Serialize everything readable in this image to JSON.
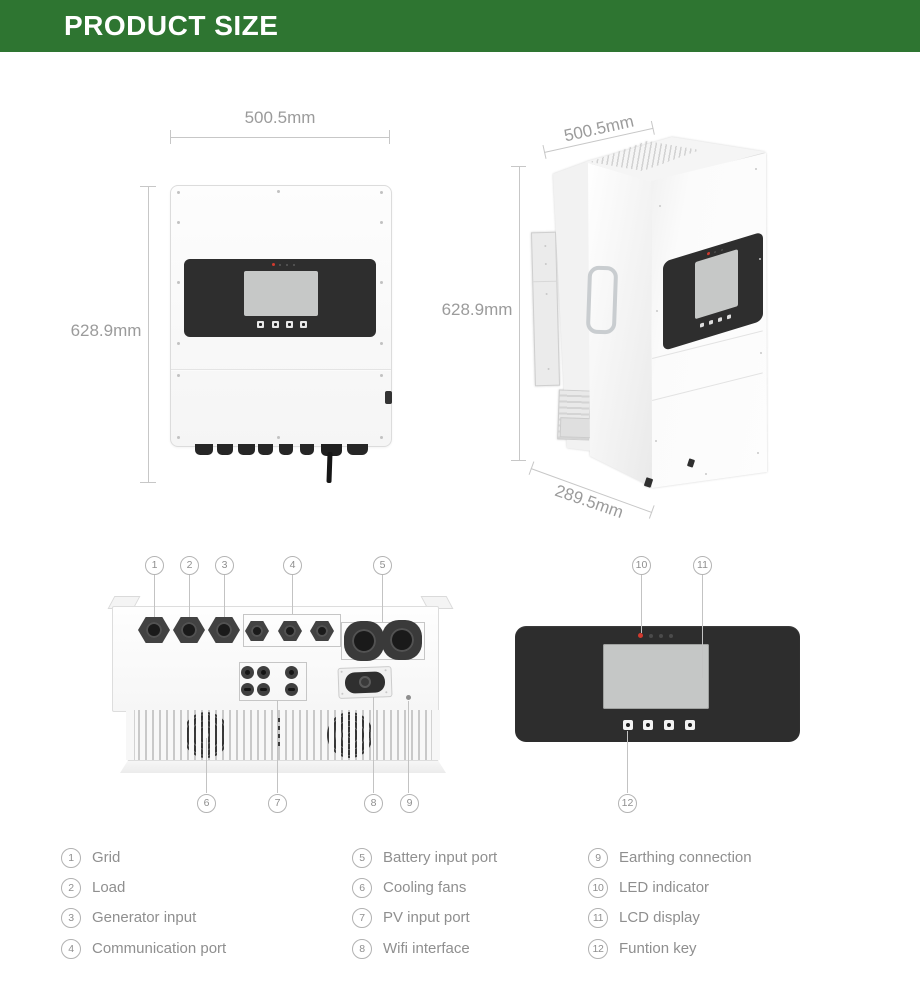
{
  "header": {
    "title": "PRODUCT SIZE"
  },
  "colors": {
    "accent_green": "#2e7531",
    "dim_text": "#9b9b9b",
    "panel_black": "#2d2d2d",
    "lcd_gray": "#c5c7c6",
    "led_red": "#d23a2e"
  },
  "front_view": {
    "width": "500.5mm",
    "height": "628.9mm"
  },
  "perspective_view": {
    "width": "500.5mm",
    "height": "628.9mm",
    "depth": "289.5mm"
  },
  "bottom_view": {
    "callouts_top": [
      "1",
      "2",
      "3",
      "4",
      "5"
    ],
    "callouts_bottom": [
      "6",
      "7",
      "8",
      "9"
    ]
  },
  "panel_view": {
    "callouts_top": [
      "10",
      "11"
    ],
    "callouts_bottom": [
      "12"
    ]
  },
  "legend": {
    "columns": [
      {
        "items": [
          {
            "num": "1",
            "label": "Grid"
          },
          {
            "num": "2",
            "label": "Load"
          },
          {
            "num": "3",
            "label": "Generator input"
          },
          {
            "num": "4",
            "label": "Communication port"
          }
        ]
      },
      {
        "items": [
          {
            "num": "5",
            "label": "Battery input port"
          },
          {
            "num": "6",
            "label": "Cooling fans"
          },
          {
            "num": "7",
            "label": "PV input port"
          },
          {
            "num": "8",
            "label": "Wifi interface"
          }
        ]
      },
      {
        "items": [
          {
            "num": "9",
            "label": "Earthing connection"
          },
          {
            "num": "10",
            "label": "LED indicator"
          },
          {
            "num": "11",
            "label": "LCD display"
          },
          {
            "num": "12",
            "label": "Funtion key"
          }
        ]
      }
    ]
  }
}
